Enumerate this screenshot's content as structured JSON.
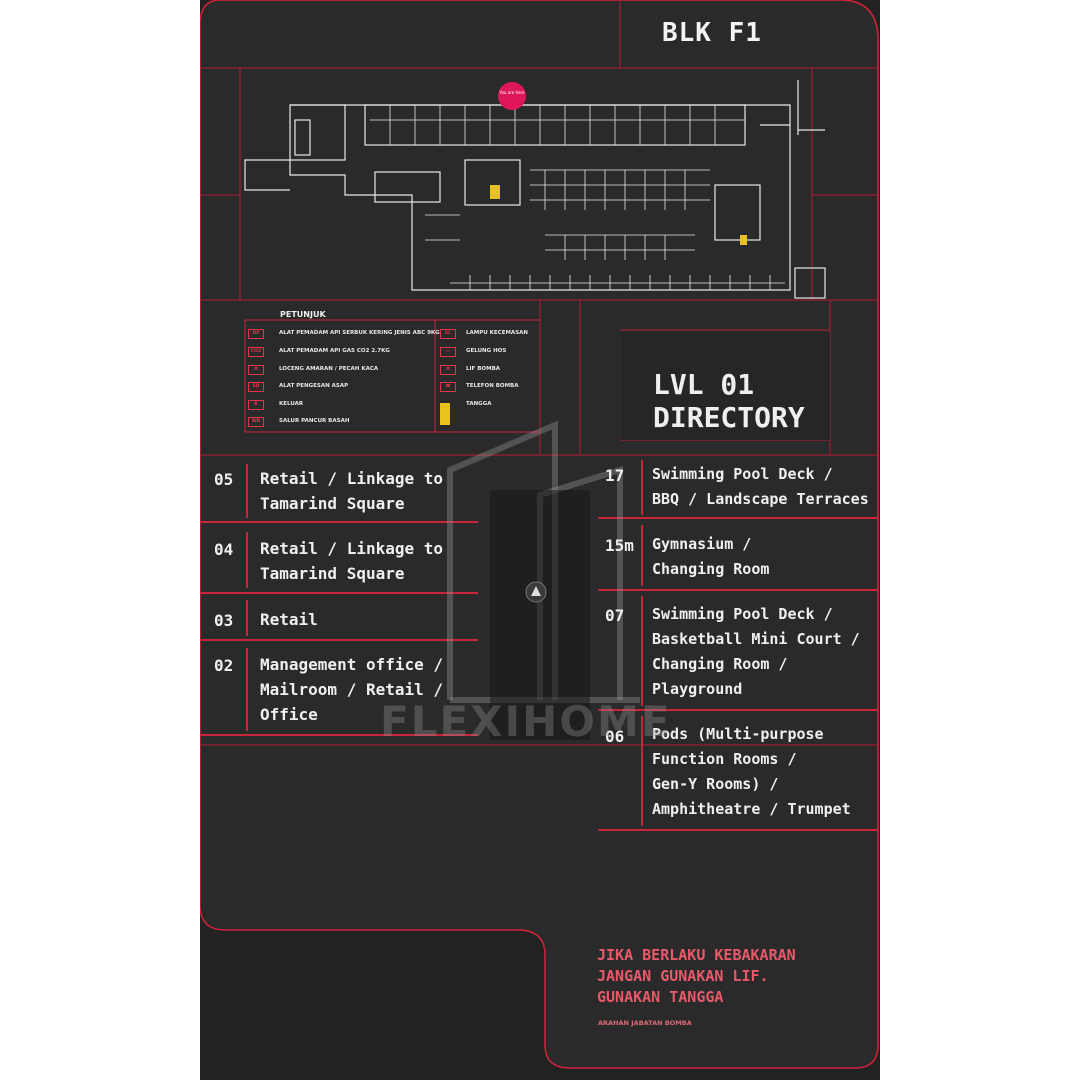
{
  "sign": {
    "block": "BLK F1",
    "title_line1": "LVL 01",
    "title_line2": "DIRECTORY",
    "colors": {
      "background": "#232222",
      "accent": "#e53548",
      "text": "#f1eeee"
    }
  },
  "floor_plan": {
    "marker_label": "You are here"
  },
  "legend": {
    "title": "PETUNJUK",
    "left": [
      {
        "code": "DP",
        "label": "ALAT PEMADAM API SERBUK KERING JENIS ABC 9KG"
      },
      {
        "code": "CO2",
        "label": "ALAT PEMADAM API GAS CO2 2.7KG"
      },
      {
        "code": "",
        "label": "LOCENG AMARAN / PECAH KACA"
      },
      {
        "code": "SD",
        "label": "ALAT PENGESAN ASAP"
      },
      {
        "code": "K",
        "label": "KELUAR"
      },
      {
        "code": "WR",
        "label": "SALUR PANCUR BASAH"
      }
    ],
    "right": [
      {
        "code": "EL",
        "label": "LAMPU KECEMASAN"
      },
      {
        "code": "",
        "label": "GELUNG HOS"
      },
      {
        "code": "",
        "label": "LIF BOMBA"
      },
      {
        "code": "",
        "label": "TELEFON BOMBA"
      },
      {
        "code": "",
        "label": "TANGGA"
      }
    ]
  },
  "directory_left": [
    {
      "level": "05",
      "lines": [
        "Retail / Linkage to",
        "Tamarind Square"
      ]
    },
    {
      "level": "04",
      "lines": [
        "Retail / Linkage to",
        "Tamarind Square"
      ]
    },
    {
      "level": "03",
      "lines": [
        "Retail"
      ]
    },
    {
      "level": "02",
      "lines": [
        "Management office /",
        "Mailroom / Retail /",
        "Office"
      ]
    }
  ],
  "directory_right": [
    {
      "level": "17",
      "lines": [
        "Swimming Pool Deck /",
        "BBQ / Landscape Terraces"
      ]
    },
    {
      "level": "15m",
      "lines": [
        "Gymnasium /",
        "Changing Room"
      ]
    },
    {
      "level": "07",
      "lines": [
        "Swimming Pool Deck /",
        "Basketball Mini Court /",
        "Changing Room /",
        "Playground"
      ]
    },
    {
      "level": "06",
      "lines": [
        "Pods (Multi-purpose",
        "Function Rooms /",
        "Gen-Y Rooms) /",
        "Amphitheatre / Trumpet"
      ]
    }
  ],
  "warning": {
    "line1": "JIKA BERLAKU KEBAKARAN",
    "line2": "JANGAN GUNAKAN LIF.",
    "line3": "GUNAKAN TANGGA",
    "source": "ARAHAN JABATAN BOMBA"
  },
  "watermark": "FLEXIHOME"
}
